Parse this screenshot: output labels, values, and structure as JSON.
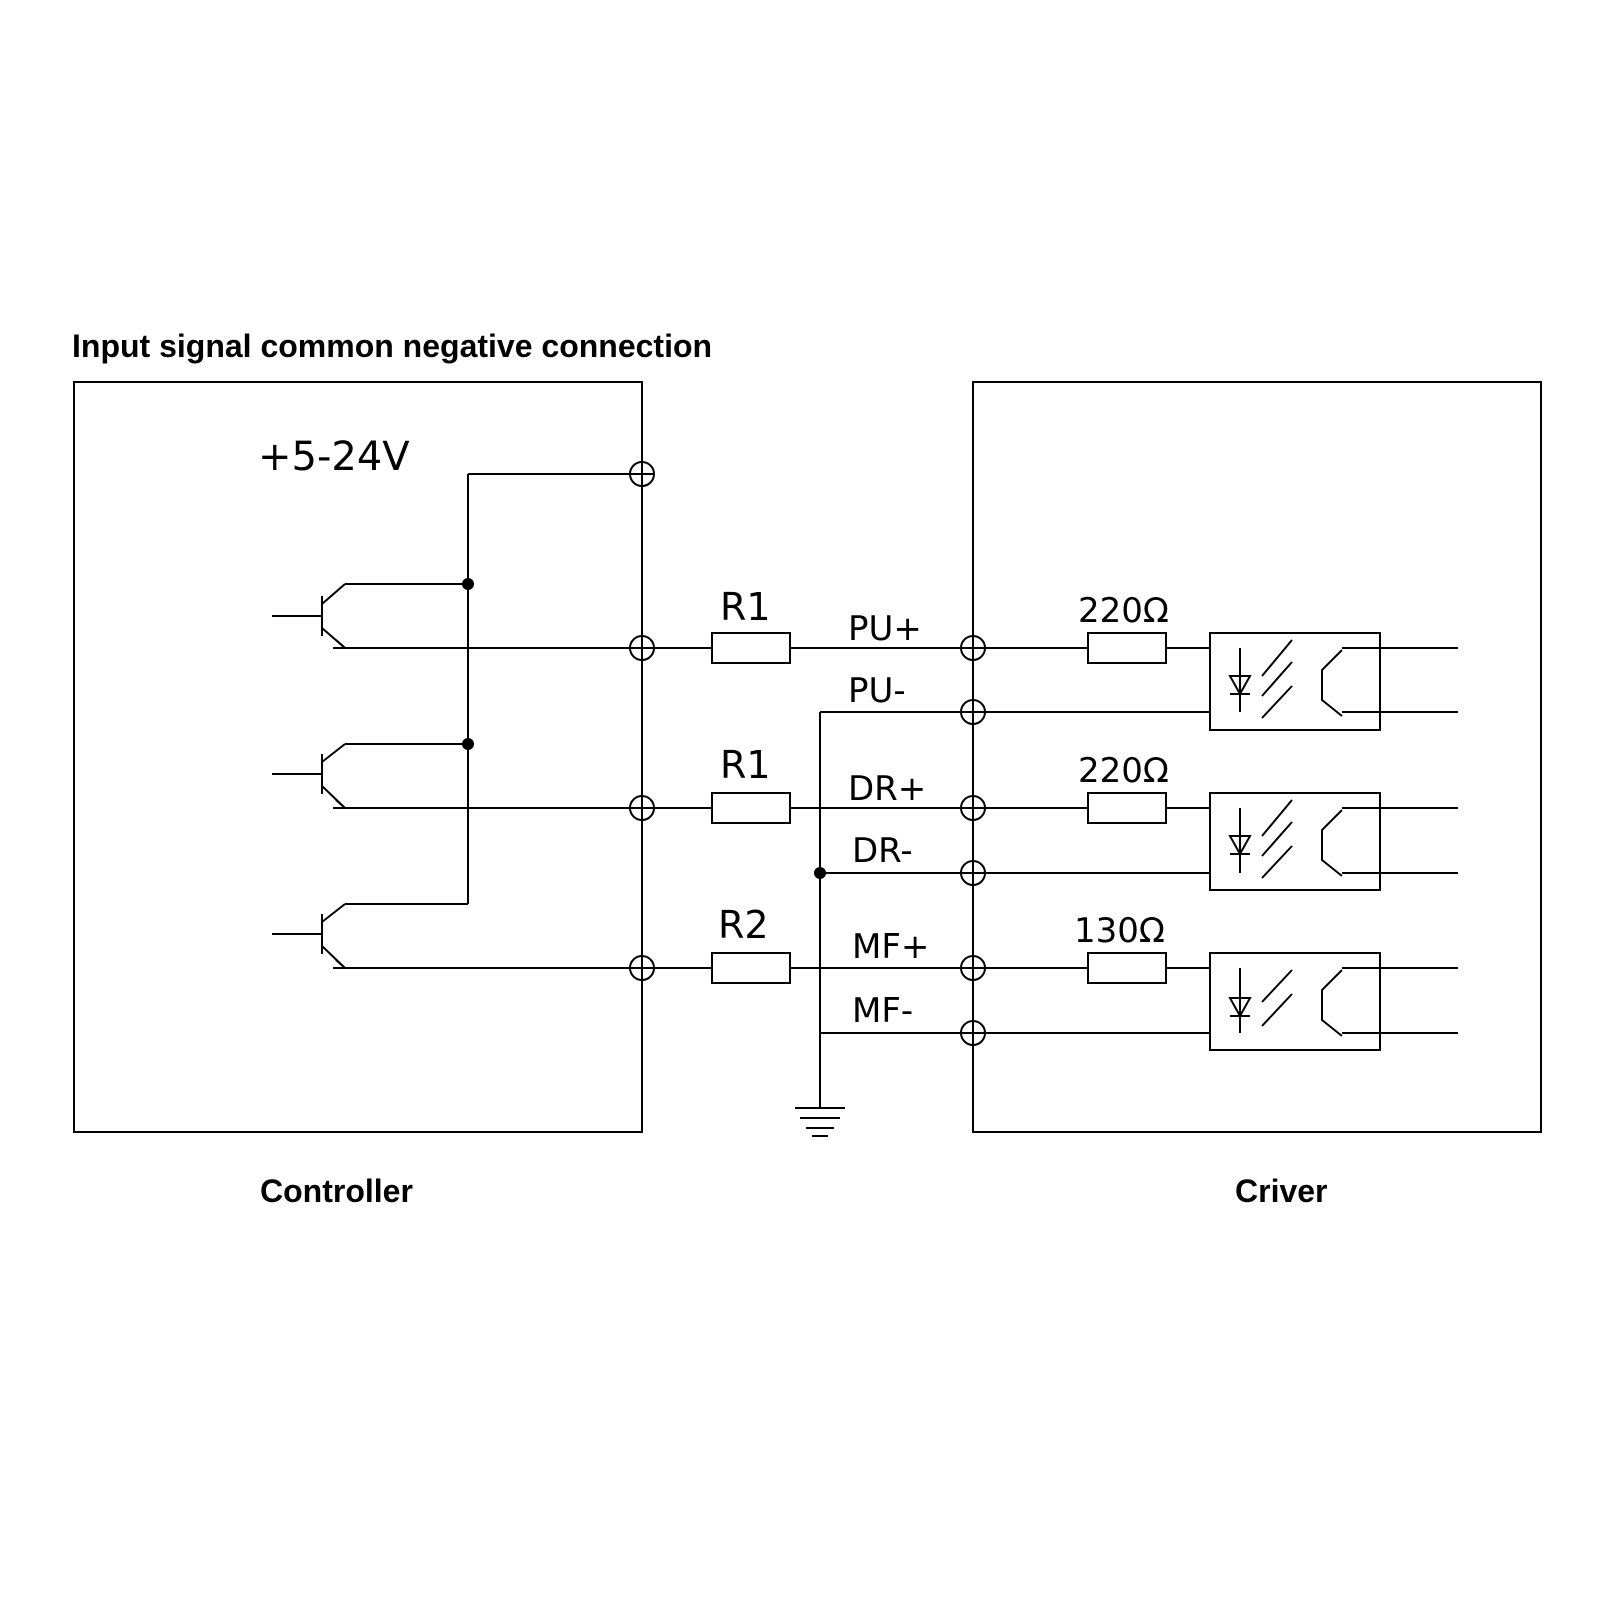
{
  "title": "Input signal common negative connection",
  "controller": {
    "supply_label": "+5-24V",
    "caption": "Controller"
  },
  "driver": {
    "caption": "Criver"
  },
  "channels": [
    {
      "resistor": "R1",
      "pos_terminal": "PU+",
      "neg_terminal": "PU-",
      "internal_resistor": "220Ω"
    },
    {
      "resistor": "R1",
      "pos_terminal": "DR+",
      "neg_terminal": "DR-",
      "internal_resistor": "220Ω"
    },
    {
      "resistor": "R2",
      "pos_terminal": "MF+",
      "neg_terminal": "MF-",
      "internal_resistor": "130Ω"
    }
  ]
}
